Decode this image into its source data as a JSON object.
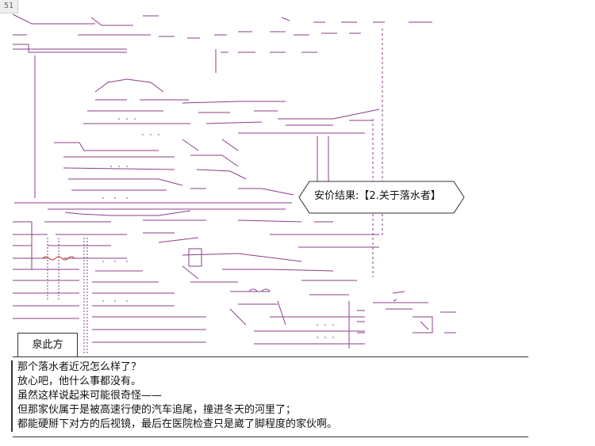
{
  "page_number": "51",
  "speech_bubble": {
    "text": "安价结果:【2.关于落水者】"
  },
  "dialogue": {
    "speaker": "泉此方",
    "lines": [
      "那个落水者近况怎么样了？",
      "放心吧，他什么事都没有。",
      "虽然这样说起来可能很奇怪——",
      "但那家伙属于是被高速行使的汽车追尾，撞进冬天的河里了；",
      "都能硬掰下对方的后视镜，最后在医院检查只是崴了脚程度的家伙啊。"
    ]
  },
  "colors": {
    "art_line": "#8a3f8a",
    "frame": "#333333",
    "squiggle": "#c0392b"
  }
}
